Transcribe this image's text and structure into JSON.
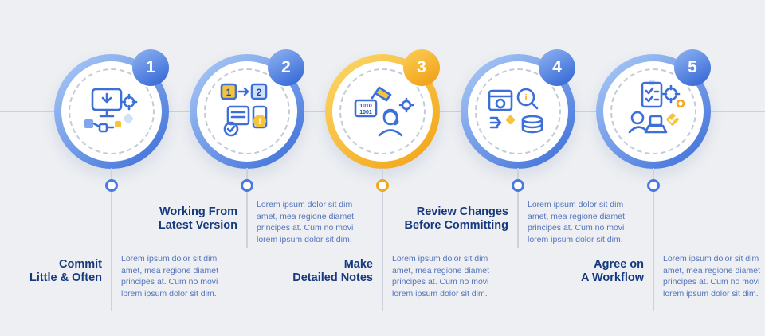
{
  "colors": {
    "background": "#edeff2",
    "timeline": "#ccd2dc",
    "title_text": "#16387c",
    "body_text": "#5473bb",
    "blue_accent": "#3a6cd8",
    "yellow_accent": "#f2a212"
  },
  "steps": [
    {
      "number": "1",
      "accent": "blue",
      "icon": "commit-monitor-download-icon",
      "title_line1": "Commit",
      "title_line2": "Little & Often",
      "body_lines": [
        "Lorem ipsum dolor sit dim",
        "amet, mea regione diamet",
        "principes at. Cum no movi",
        "lorem ipsum dolor sit dim."
      ]
    },
    {
      "number": "2",
      "accent": "blue",
      "icon": "version-update-icon",
      "icon_labels": {
        "box1": "1",
        "box2": "2",
        "alert": "!"
      },
      "title_line1": "Working From",
      "title_line2": "Latest Version",
      "body_lines": [
        "Lorem ipsum dolor sit dim",
        "amet, mea regione diamet",
        "principes at. Cum no movi",
        "lorem ipsum dolor sit dim."
      ]
    },
    {
      "number": "3",
      "accent": "yellow",
      "icon": "detailed-notes-code-icon",
      "icon_labels": {
        "code_line1": "1010",
        "code_line2": "1001"
      },
      "title_line1": "Make",
      "title_line2": "Detailed Notes",
      "body_lines": [
        "Lorem ipsum dolor sit dim",
        "amet, mea regione diamet",
        "principes at. Cum no movi",
        "lorem ipsum dolor sit dim."
      ]
    },
    {
      "number": "4",
      "accent": "blue",
      "icon": "review-changes-search-icon",
      "icon_labels": {
        "info": "i"
      },
      "title_line1": "Review Changes",
      "title_line2": "Before Committing",
      "body_lines": [
        "Lorem ipsum dolor sit dim",
        "amet, mea regione diamet",
        "principes at. Cum no movi",
        "lorem ipsum dolor sit dim."
      ]
    },
    {
      "number": "5",
      "accent": "blue",
      "icon": "workflow-checklist-icon",
      "title_line1": "Agree on",
      "title_line2": "A Workflow",
      "body_lines": [
        "Lorem ipsum dolor sit dim",
        "amet, mea regione diamet",
        "principes at. Cum no movi",
        "lorem ipsum dolor sit dim."
      ]
    }
  ]
}
